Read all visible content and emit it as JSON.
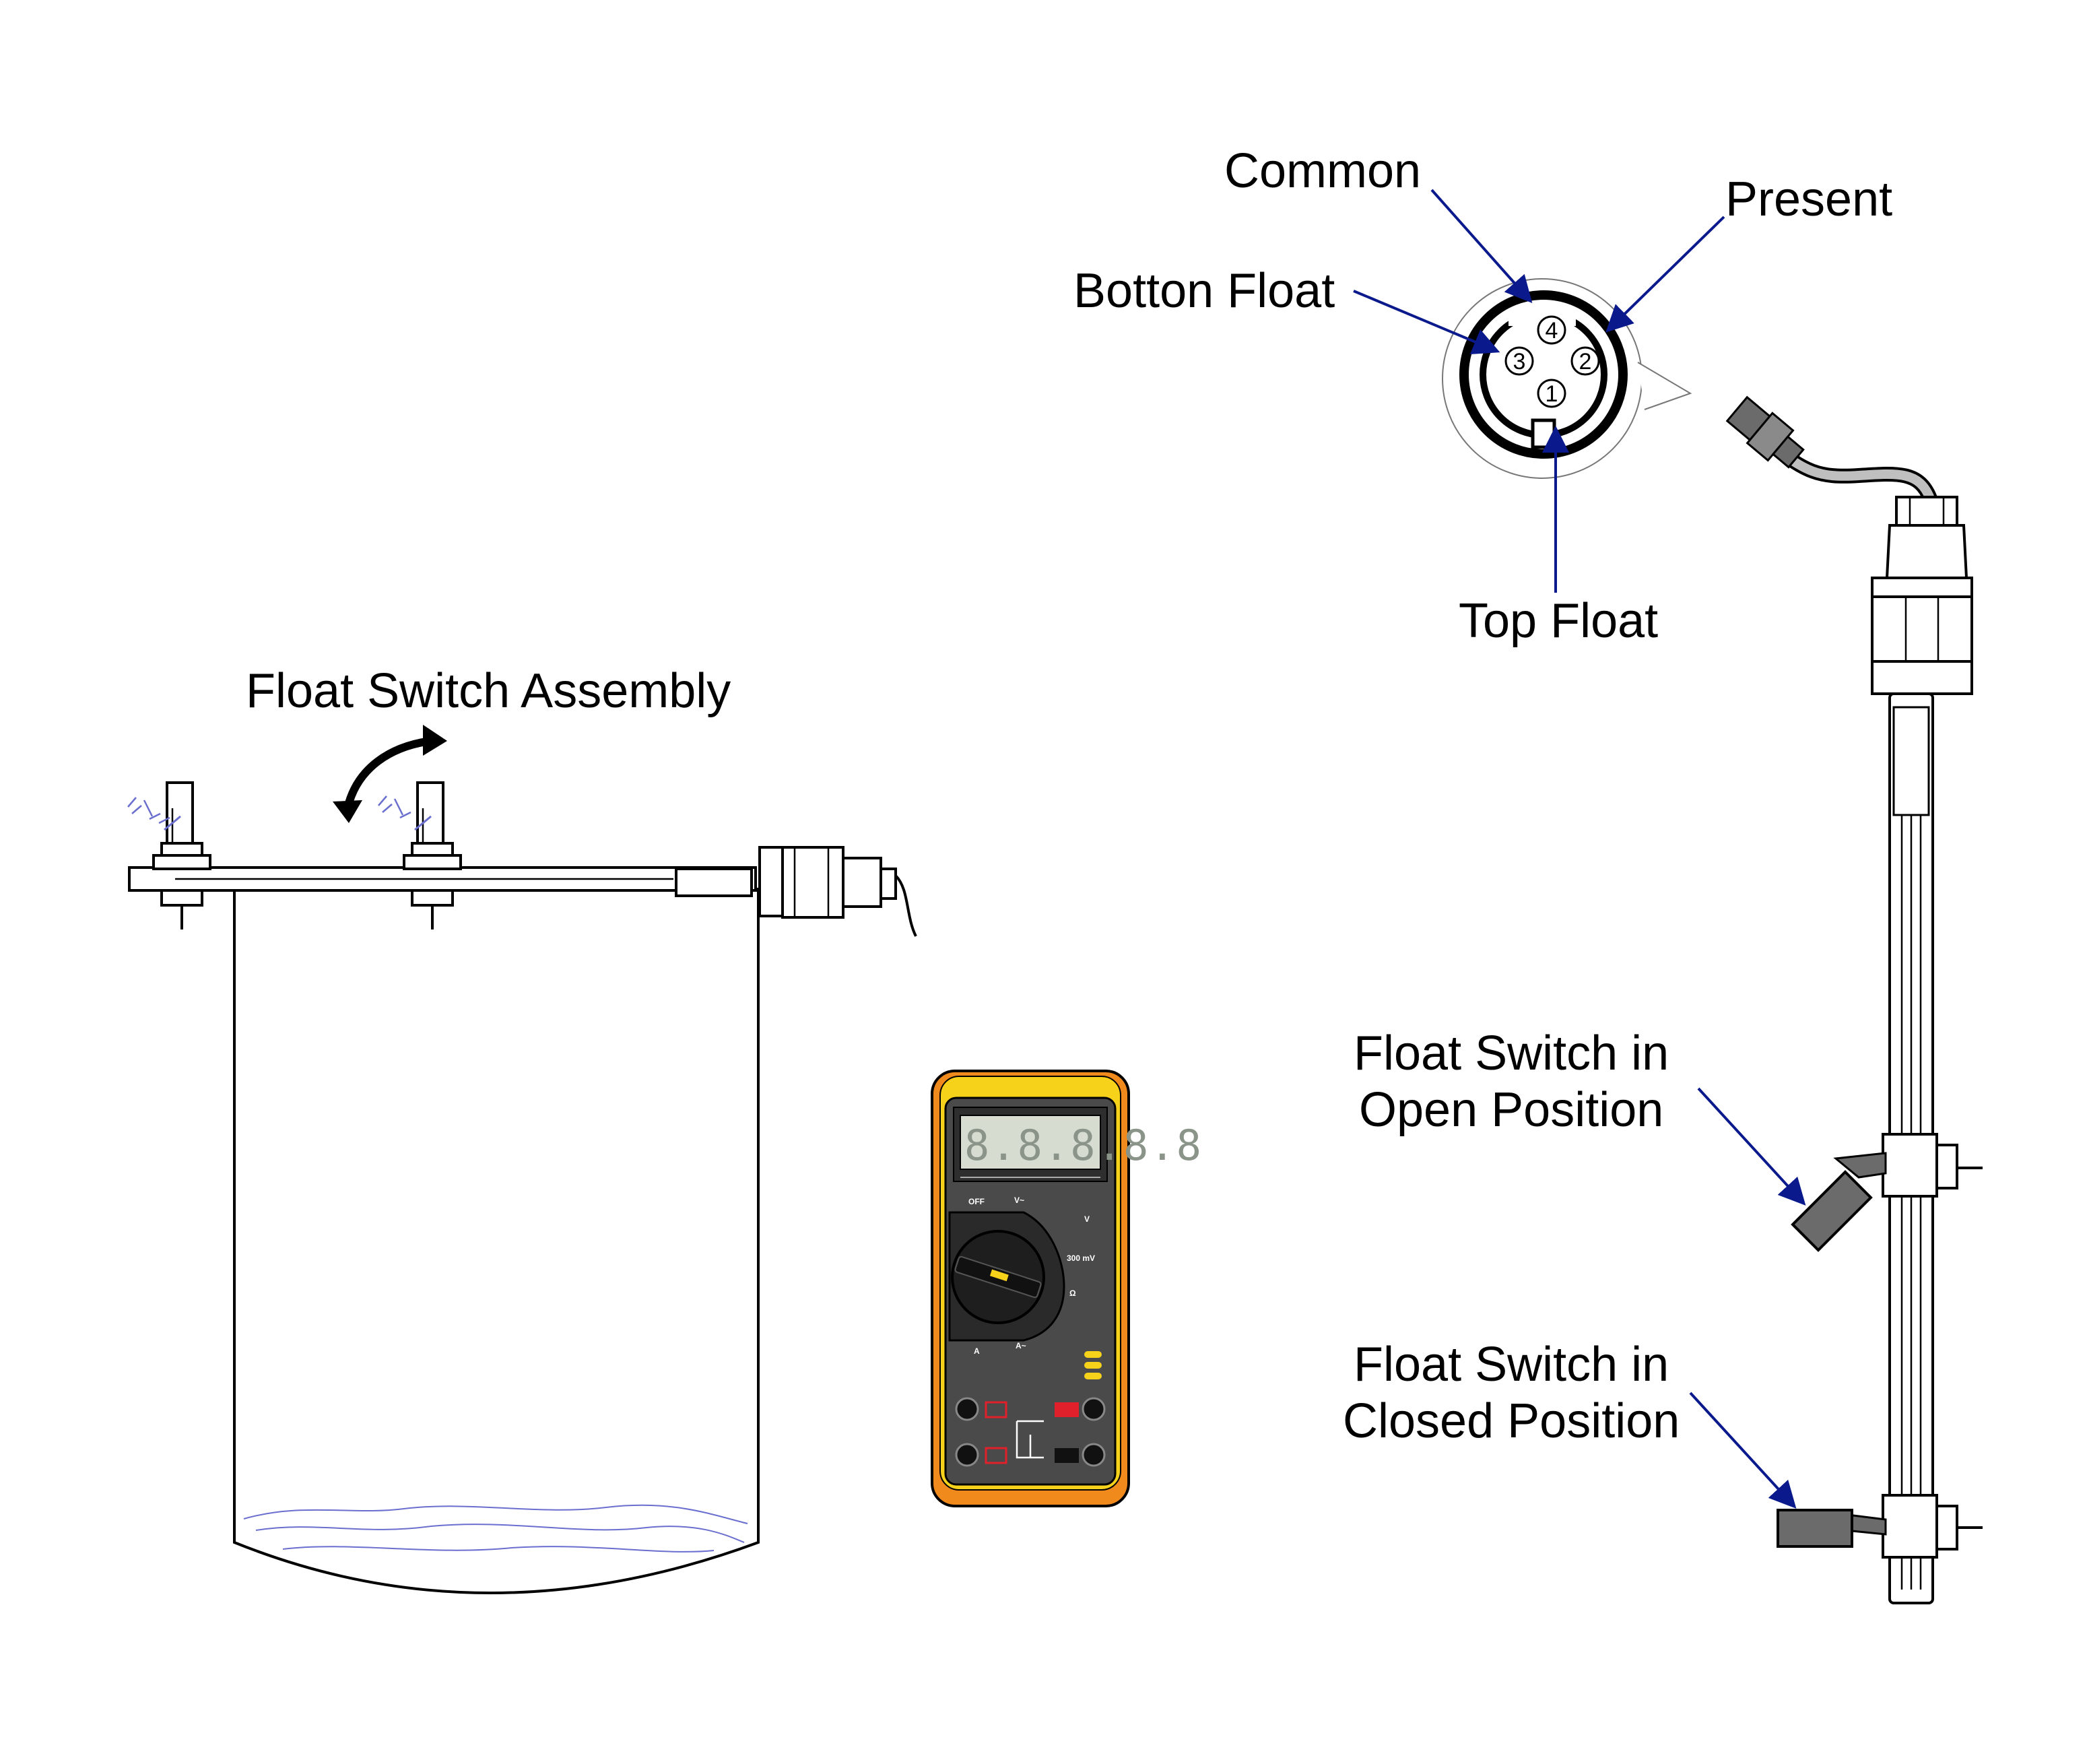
{
  "labels": {
    "common": "Common",
    "present": "Present",
    "bottom_float": "Botton Float",
    "top_float": "Top Float",
    "assembly": "Float Switch Assembly",
    "open_line1": "Float Switch in",
    "open_line2": "Open Position",
    "closed_line1": "Float Switch in",
    "closed_line2": "Closed Position"
  },
  "connector_pins": [
    "1",
    "2",
    "3",
    "4"
  ],
  "multimeter": {
    "display": "8.8.8.8.8",
    "dial_off": "OFF",
    "dial_v_ac": "V~",
    "dial_v_dc": "V",
    "dial_mv": "300 mV",
    "dial_ohm": "Ω",
    "dial_a_dc": "A",
    "dial_a_ac": "A~"
  },
  "colors": {
    "arrow_blue": "#0a1a8c",
    "meter_yellow": "#f7d21a",
    "meter_orange": "#f08a1c",
    "meter_body": "#4a4a4a",
    "jack_red": "#e0202a",
    "liquid_blue": "#6a6fcf",
    "float_gray": "#6b6b6b"
  }
}
